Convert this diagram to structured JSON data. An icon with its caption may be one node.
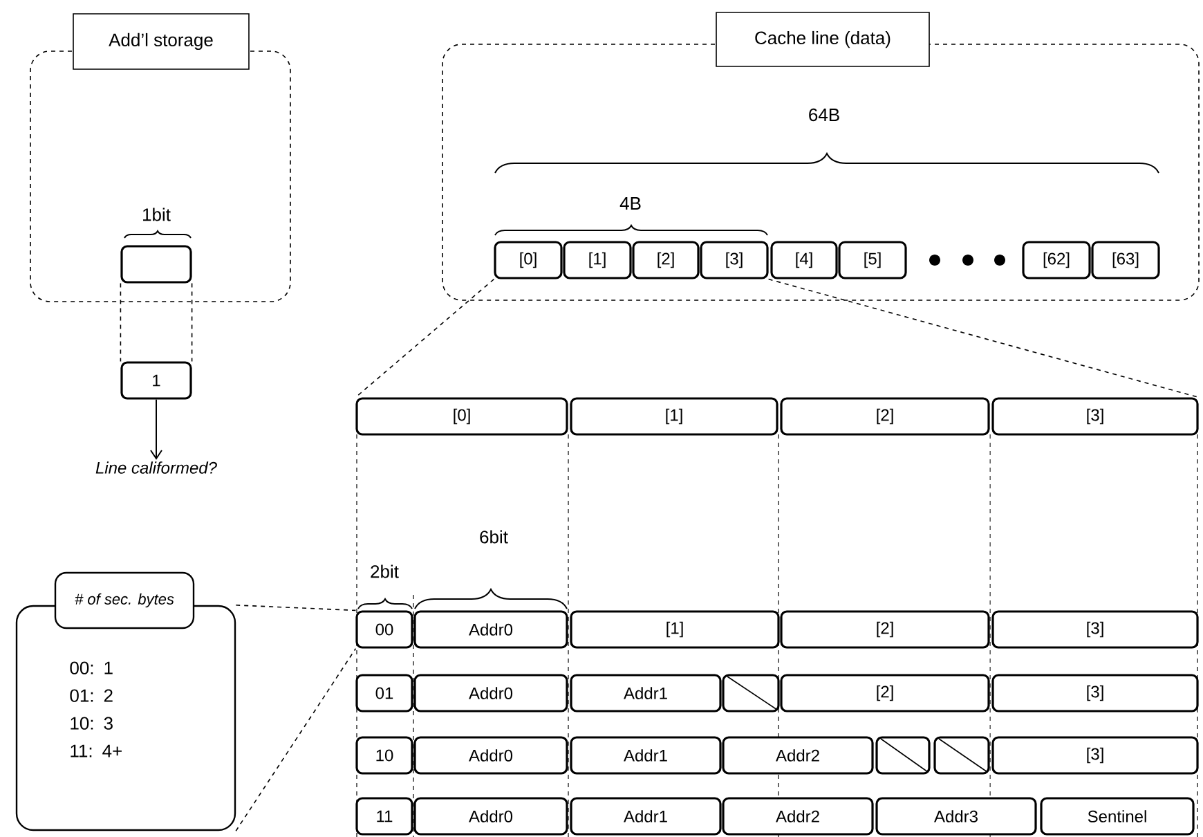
{
  "diagram": {
    "nodes": [
      {
        "text": [
          "Add’l storage"
        ]
      },
      {
        "text": [],
        "shape": "box",
        "in": 0
      },
      {
        "text": [
          "1"
        ]
      },
      {
        "text": [
          "Line califormed?"
        ]
      },
      {
        "text": [
          "Cache line (data)"
        ]
      },
      {
        "text": [
          "[0]"
        ],
        "in": 4
      },
      {
        "text": [
          "[1]"
        ],
        "in": 4
      },
      {
        "text": [
          "[2]"
        ],
        "in": 4
      },
      {
        "text": [
          "[3]"
        ],
        "in": 4
      },
      {
        "text": [
          "[4]"
        ],
        "in": 4
      },
      {
        "text": [
          "[5]"
        ],
        "in": 4
      },
      {
        "text": [
          "[62]"
        ],
        "in": 4
      },
      {
        "text": [
          "[63]"
        ],
        "in": 4
      },
      {
        "text": [
          "[0]"
        ]
      },
      {
        "text": [
          "[1]"
        ]
      },
      {
        "text": [
          "[2]"
        ]
      },
      {
        "text": [
          "[3]"
        ]
      },
      {
        "text": [
          "00"
        ]
      },
      {
        "text": [
          "Addr0"
        ]
      },
      {
        "text": [
          "[1]"
        ]
      },
      {
        "text": [
          "[2]"
        ]
      },
      {
        "text": [
          "[3]"
        ]
      },
      {
        "text": [
          "01"
        ]
      },
      {
        "text": [
          "Addr0"
        ]
      },
      {
        "text": [
          "Addr1"
        ]
      },
      {
        "text": [],
        "shape": "box"
      },
      {
        "text": [
          "[2]"
        ]
      },
      {
        "text": [
          "[3]"
        ]
      },
      {
        "text": [
          "10"
        ]
      },
      {
        "text": [
          "Addr0"
        ]
      },
      {
        "text": [
          "Addr1"
        ]
      },
      {
        "text": [
          "Addr2"
        ]
      },
      {
        "text": [],
        "shape": "box"
      },
      {
        "text": [],
        "shape": "box"
      },
      {
        "text": [
          "[3]"
        ]
      },
      {
        "text": [
          "11"
        ]
      },
      {
        "text": [
          "Addr0"
        ]
      },
      {
        "text": [
          "Addr1"
        ]
      },
      {
        "text": [
          "Addr2"
        ]
      },
      {
        "text": [
          "Addr3"
        ]
      },
      {
        "text": [
          "Sentinel"
        ]
      },
      {
        "text": [
          "# of sec. bytes",
          "00: 1 01: 2 10: 3 11: 4+"
        ]
      }
    ],
    "edges": [
      {
        "from": 1,
        "to": 2,
        "arrow": "none",
        "style": "dashed"
      },
      {
        "from": 1,
        "to": 2,
        "arrow": "none",
        "style": "dashed"
      },
      {
        "from": 2,
        "to": 3,
        "arrow": "to"
      },
      {
        "from": 5,
        "to": 13,
        "arrow": "none",
        "style": "dashed"
      },
      {
        "from": 8,
        "to": 16,
        "arrow": "none",
        "style": "dashed"
      },
      {
        "from": 41,
        "to": 17,
        "arrow": "none",
        "style": "dashed"
      },
      {
        "from": 41,
        "to": 17,
        "arrow": "none",
        "style": "dashed"
      }
    ],
    "labels": [
      "1bit",
      "64B",
      "4B",
      "6bit",
      "2bit"
    ]
  }
}
